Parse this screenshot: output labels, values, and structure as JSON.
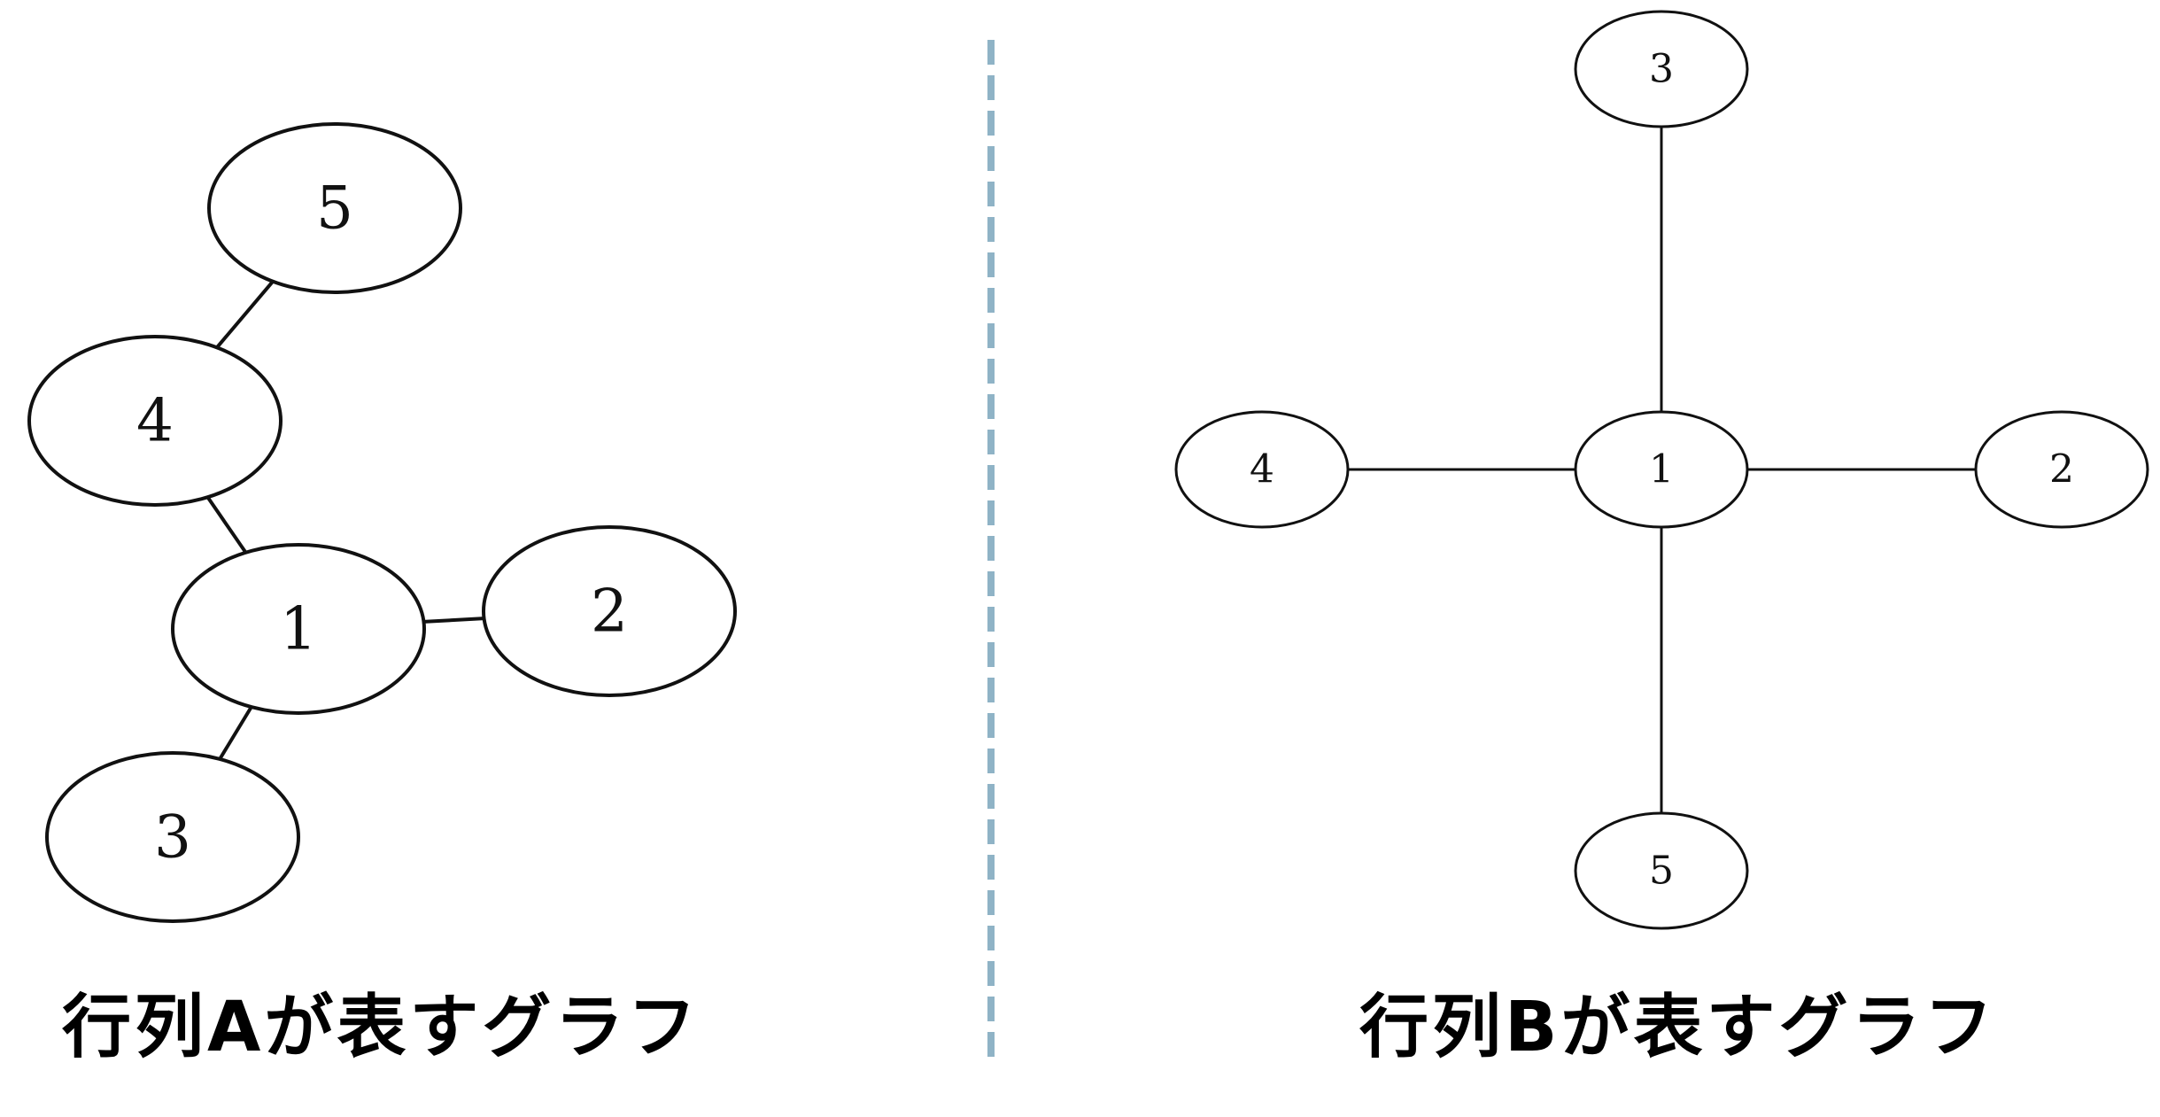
{
  "graph_a": {
    "caption": "行列Aが表すグラフ",
    "nodes": [
      {
        "id": "5",
        "label": "5"
      },
      {
        "id": "4",
        "label": "4"
      },
      {
        "id": "1",
        "label": "1"
      },
      {
        "id": "2",
        "label": "2"
      },
      {
        "id": "3",
        "label": "3"
      }
    ],
    "edges": [
      {
        "from": "5",
        "to": "4"
      },
      {
        "from": "4",
        "to": "1"
      },
      {
        "from": "1",
        "to": "2"
      },
      {
        "from": "1",
        "to": "3"
      }
    ]
  },
  "graph_b": {
    "caption": "行列Bが表すグラフ",
    "nodes": [
      {
        "id": "3",
        "label": "3"
      },
      {
        "id": "4",
        "label": "4"
      },
      {
        "id": "1",
        "label": "1"
      },
      {
        "id": "2",
        "label": "2"
      },
      {
        "id": "5",
        "label": "5"
      }
    ],
    "edges": [
      {
        "from": "1",
        "to": "3"
      },
      {
        "from": "1",
        "to": "4"
      },
      {
        "from": "1",
        "to": "2"
      },
      {
        "from": "1",
        "to": "5"
      }
    ]
  },
  "colors": {
    "divider": "#8fb3c6",
    "stroke": "#111111"
  }
}
